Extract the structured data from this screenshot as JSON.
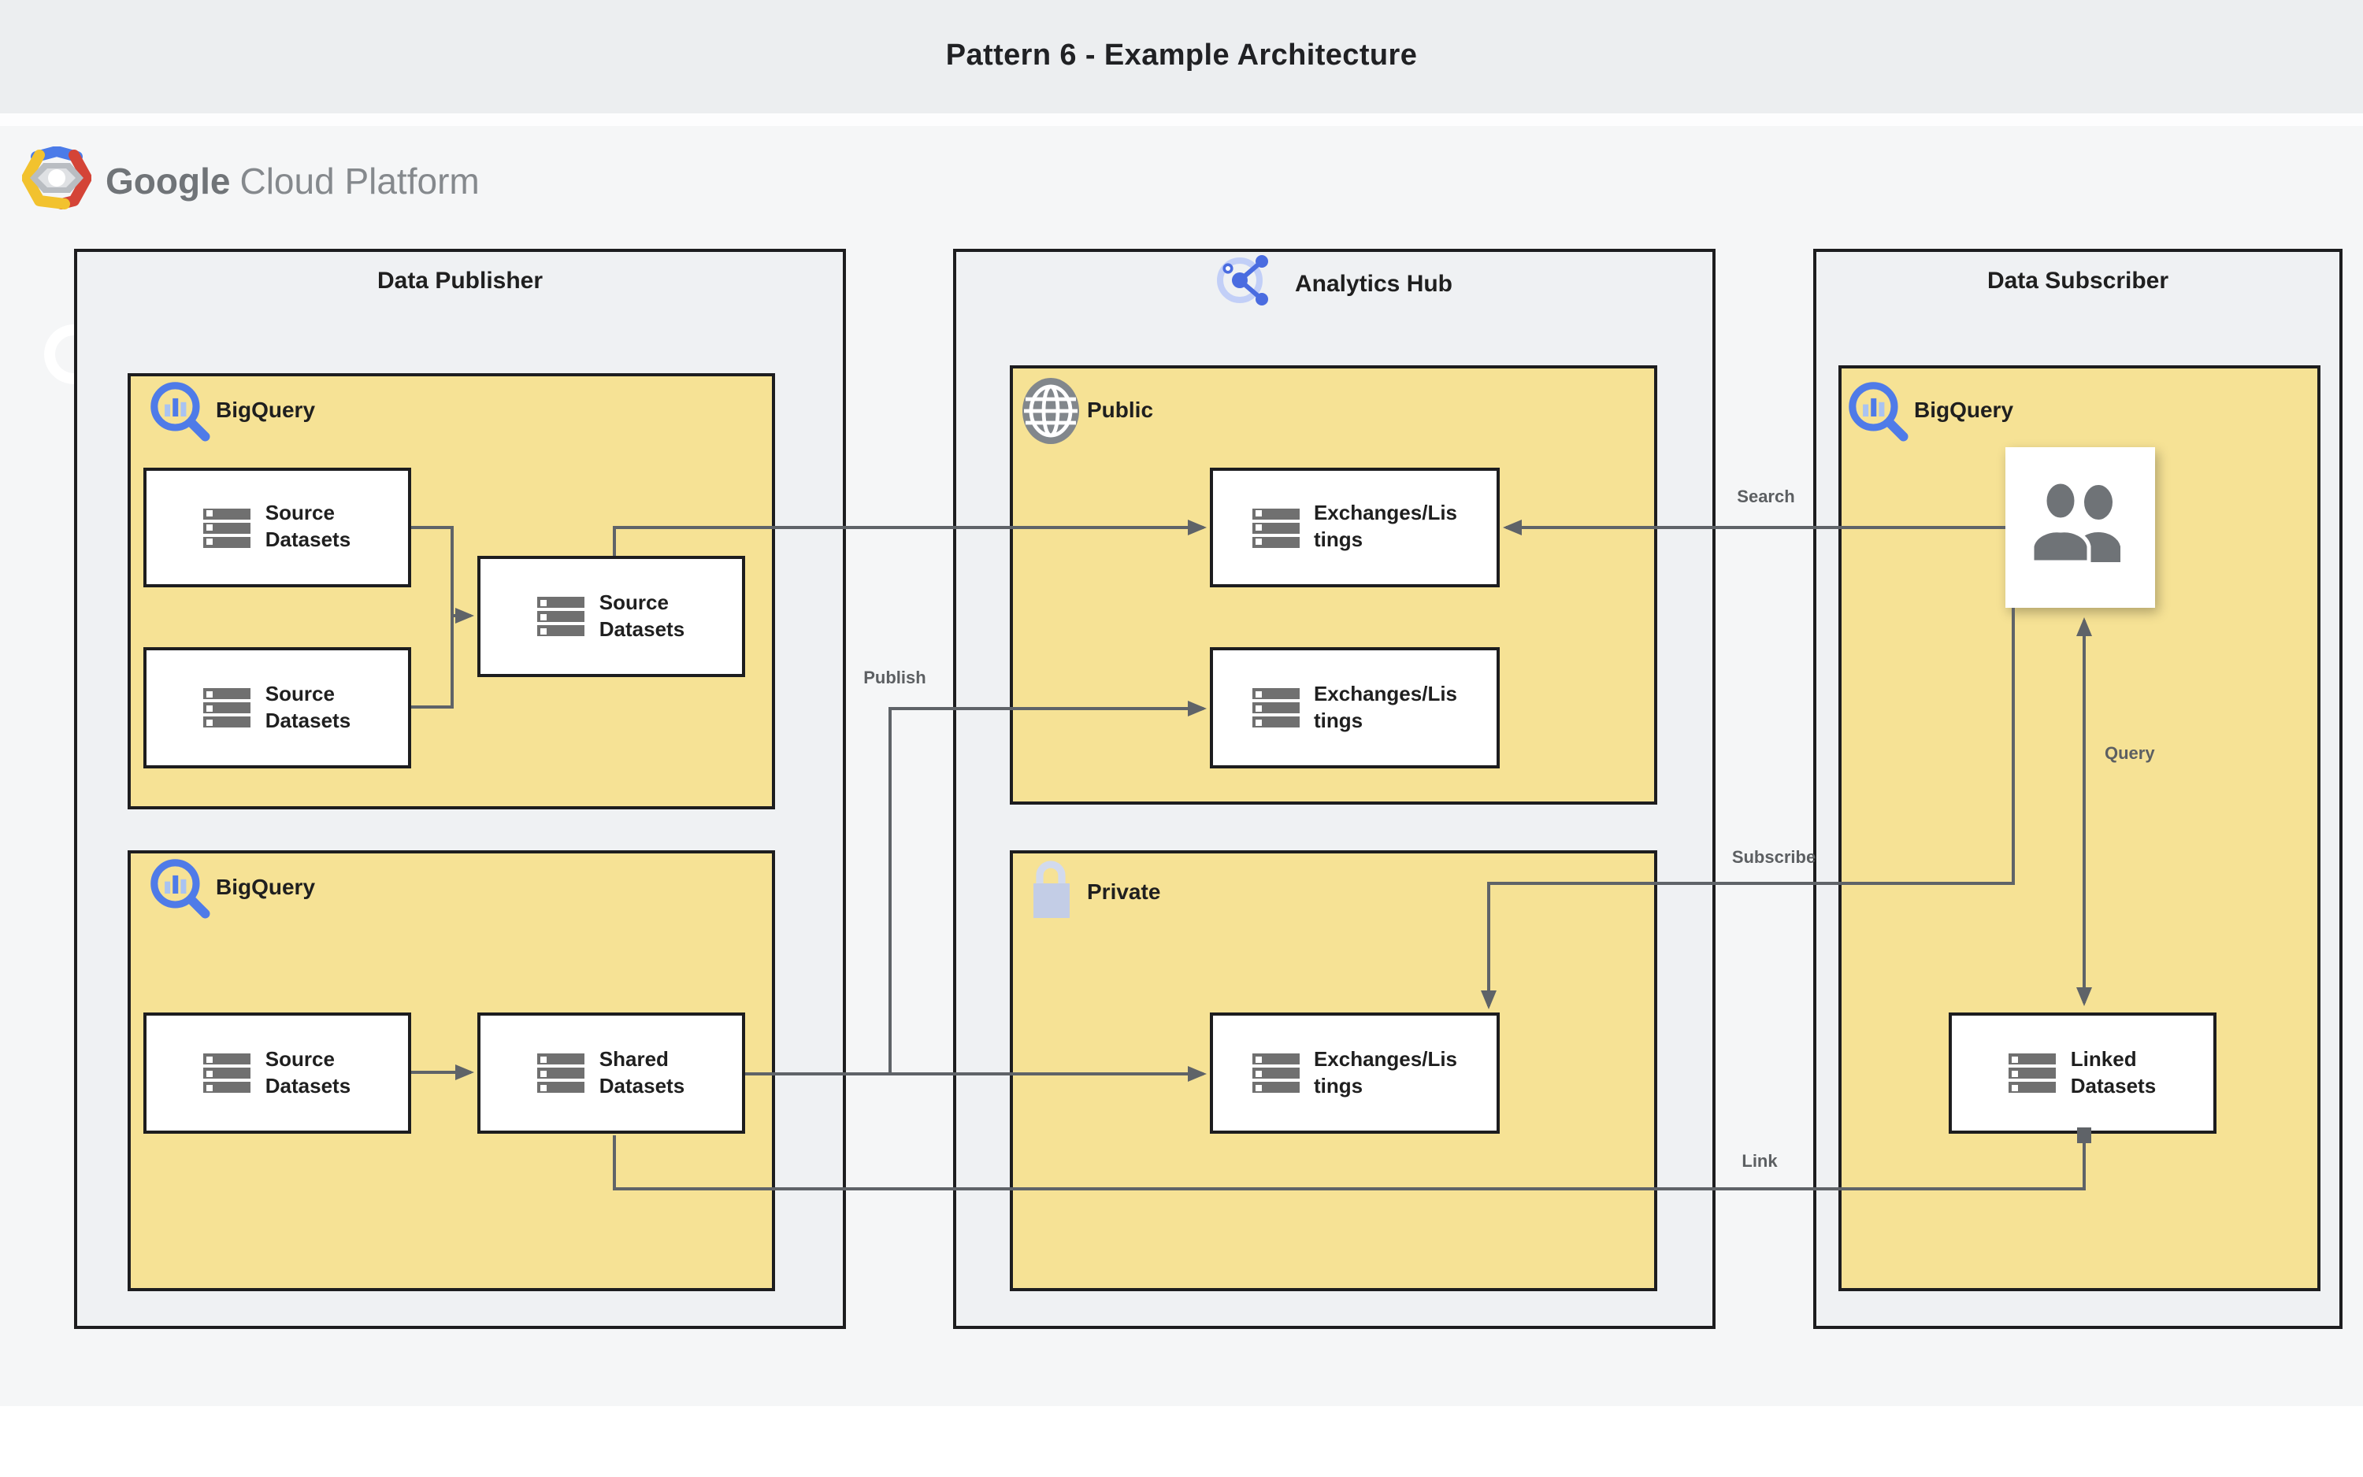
{
  "page": {
    "title": "Pattern 6 - Example Architecture"
  },
  "logo": {
    "primary": "Google",
    "secondary": "Cloud Platform"
  },
  "publisher": {
    "title": "Data Publisher",
    "bq_top": {
      "service": "BigQuery",
      "source_a": "Source\nDatasets",
      "source_b": "Source\nDatasets",
      "source_merged": "Source\nDatasets"
    },
    "bq_bottom": {
      "service": "BigQuery",
      "source": "Source\nDatasets",
      "shared": "Shared\nDatasets"
    }
  },
  "hub": {
    "title": "Analytics Hub",
    "public": {
      "label": "Public",
      "exchange_a": "Exchanges/Lis\ntings",
      "exchange_b": "Exchanges/Lis\ntings"
    },
    "private": {
      "label": "Private",
      "exchange": "Exchanges/Lis\ntings"
    }
  },
  "subscriber": {
    "title": "Data Subscriber",
    "service": "BigQuery",
    "linked": "Linked\nDatasets"
  },
  "edges": {
    "search": "Search",
    "publish": "Publish",
    "subscribe": "Subscribe",
    "query": "Query",
    "link": "Link"
  },
  "colors": {
    "accent_yellow": "#f6e295",
    "line_gray": "#5f6368",
    "bigquery_blue": "#4f7be8",
    "panel_border": "#1d1d1f",
    "title_band": "#eceef0"
  },
  "icons": {
    "logo_icon": "gcp-hexagon",
    "bigquery_icon": "magnifying-glass-chart",
    "analytics_hub_icon": "share-network",
    "public_icon": "globe",
    "private_icon": "padlock",
    "users_icon": "two-people",
    "dataset_icon": "server-stack"
  }
}
